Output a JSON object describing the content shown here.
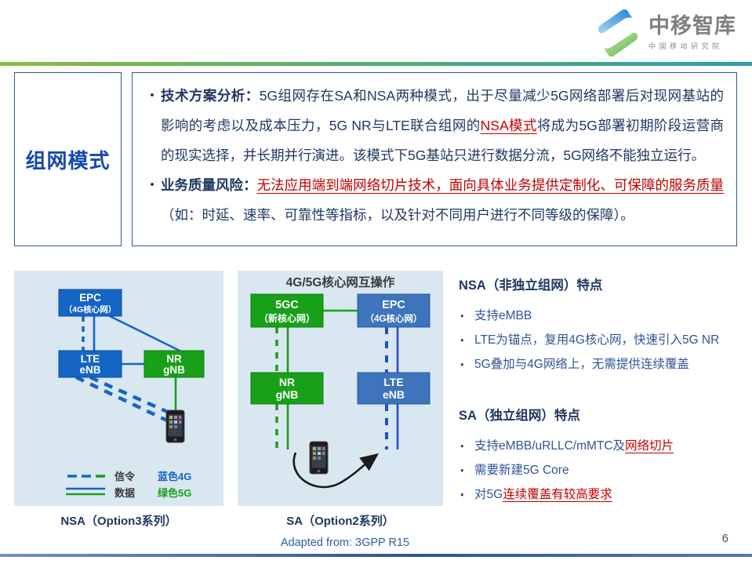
{
  "header": {
    "logo_title": "中移智库",
    "logo_subtitle": "中国移动研究院"
  },
  "label_box": {
    "text": "组网模式"
  },
  "analysis": {
    "item1": {
      "title": "技术方案分析",
      "colon": "：",
      "pre": "5G组网存在SA和NSA两种模式，出于尽量减少5G网络部署后对现网基站的影响的考虑以及成本压力，5G NR与LTE联合组网的",
      "highlight": "NSA模式",
      "post": "将成为5G部署初期阶段运营商的现实选择，并长期并行演进。该模式下5G基站只进行数据分流，5G网络不能独立运行。"
    },
    "item2": {
      "title": "业务质量风险",
      "colon": "：",
      "highlight": "无法应用端到端网络切片技术，面向具体业务提供定制化、可保障的服务质量",
      "post": "（如：时延、速率、可靠性等指标，以及针对不同用户进行不同等级的保障）。"
    }
  },
  "diagram_nsa": {
    "epc_line1": "EPC",
    "epc_line2": "（4G核心网）",
    "lte_line1": "LTE",
    "lte_line2": "eNB",
    "nr_line1": "NR",
    "nr_line2": "gNB",
    "legend": {
      "signaling": "信令",
      "data": "数据",
      "blue4g": "蓝色4G",
      "green5g": "绿色5G"
    },
    "caption": "NSA（Option3系列）"
  },
  "diagram_sa": {
    "title": "4G/5G核心网互操作",
    "fgc_line1": "5GC",
    "fgc_line2": "（新核心网）",
    "epc_line1": "EPC",
    "epc_line2": "（4G核心网）",
    "nr_line1": "NR",
    "nr_line2": "gNB",
    "lte_line1": "LTE",
    "lte_line2": "eNB",
    "caption": "SA（Option2系列）"
  },
  "nsa_features": {
    "title": "NSA（非独立组网）特点",
    "bullets": [
      "支持eMBB",
      "LTE为锚点，复用4G核心网，快速引入5G NR",
      "5G叠加与4G网络上，无需提供连续覆盖"
    ]
  },
  "sa_features": {
    "title": "SA（独立组网）特点",
    "bullet1_pre": "支持eMBB/uRLLC/mMTC及",
    "bullet1_highlight": "网络切片",
    "bullet2": "需要新建5G Core",
    "bullet3_pre": "对5G",
    "bullet3_highlight": "连续覆盖有较高要求"
  },
  "footer": {
    "source": "Adapted from: 3GPP R15",
    "page_number": "6"
  },
  "colors": {
    "accent_blue": "#1565c4",
    "accent_green": "#18a018",
    "text_navy": "#1f3864",
    "highlight_red": "#c00000"
  }
}
